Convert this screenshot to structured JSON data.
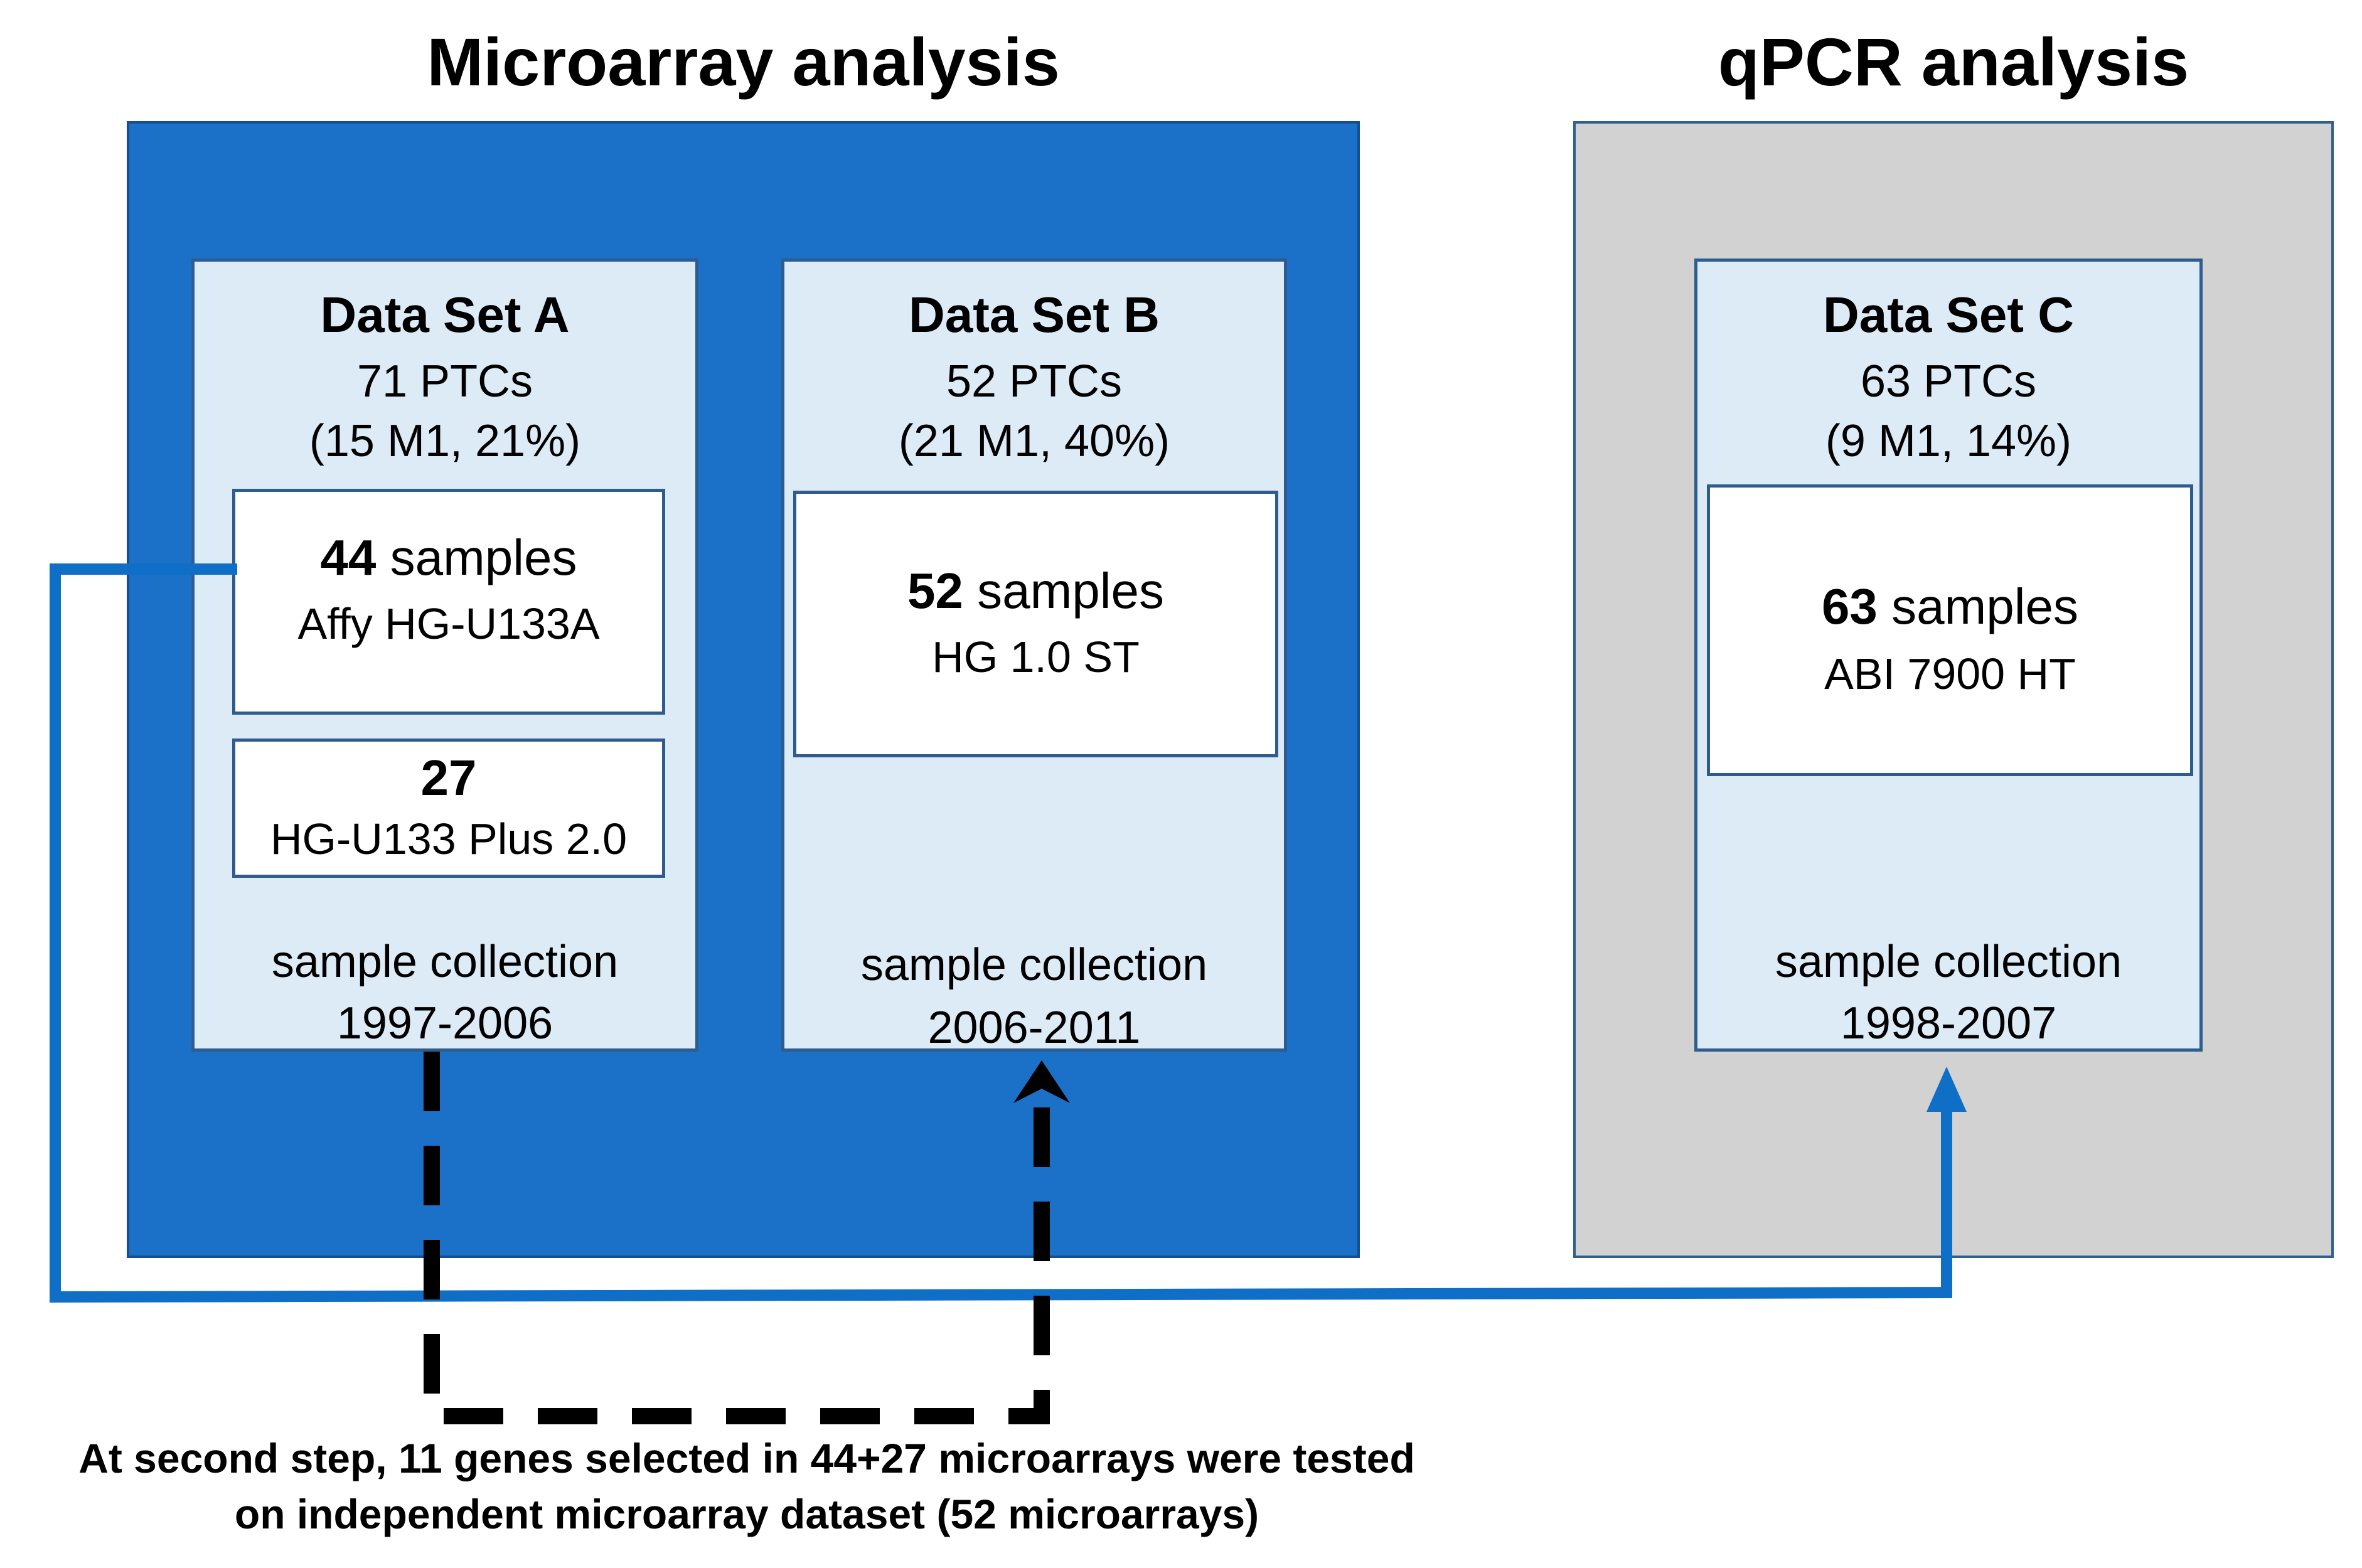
{
  "headings": {
    "microarray": "Microarray analysis",
    "qpcr": "qPCR analysis"
  },
  "datasets": [
    {
      "title": "Data Set A",
      "ptcs": "71 PTCs",
      "m1": "(15 M1, 21%)",
      "platforms": [
        {
          "count": "44",
          "suffix": " samples",
          "platform": "Affy HG-U133A"
        },
        {
          "count": "27",
          "suffix": "",
          "platform": "HG-U133 Plus 2.0"
        }
      ],
      "collection_label": "sample collection",
      "collection_years": "1997-2006"
    },
    {
      "title": "Data Set B",
      "ptcs": "52 PTCs",
      "m1": "(21 M1, 40%)",
      "platforms": [
        {
          "count": "52",
          "suffix": " samples",
          "platform": "HG 1.0 ST"
        }
      ],
      "collection_label": "sample collection",
      "collection_years": "2006-2011"
    },
    {
      "title": "Data Set C",
      "ptcs": "63 PTCs",
      "m1": "(9 M1, 14%)",
      "platforms": [
        {
          "count": "63",
          "suffix": " samples",
          "platform": "ABI 7900 HT"
        }
      ],
      "collection_label": "sample collection",
      "collection_years": "1998-2007"
    }
  ],
  "footnote": {
    "line1": "At second step, 11 genes selected in 44+27 microarrays were tested",
    "line2": "on independent microarray dataset (52 microarrays)"
  },
  "colors": {
    "microarray_panel": "#1B70C8",
    "qpcr_panel": "#D2D2D2",
    "dataset_box": "#DDEBF7",
    "blue_connector": "#0F6FC6",
    "dashed_connector": "#000000"
  }
}
